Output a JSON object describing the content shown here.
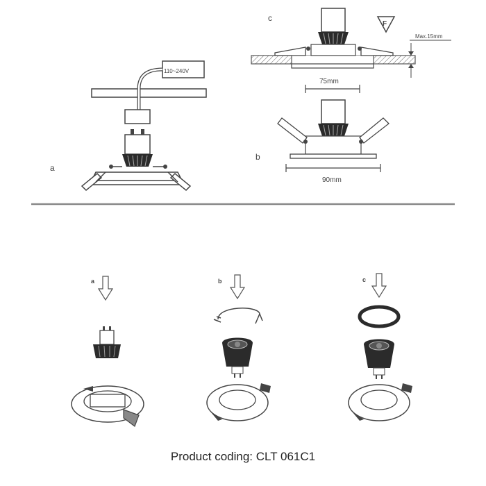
{
  "labels": {
    "a": "a",
    "b": "b",
    "c": "c",
    "voltage": "110~240V",
    "max_depth": "Max.15mm",
    "dim_75": "75mm",
    "dim_90": "90mm",
    "step_a": "a",
    "step_b": "b",
    "step_c": "c"
  },
  "caption": "Product coding: CLT 061C1"
}
